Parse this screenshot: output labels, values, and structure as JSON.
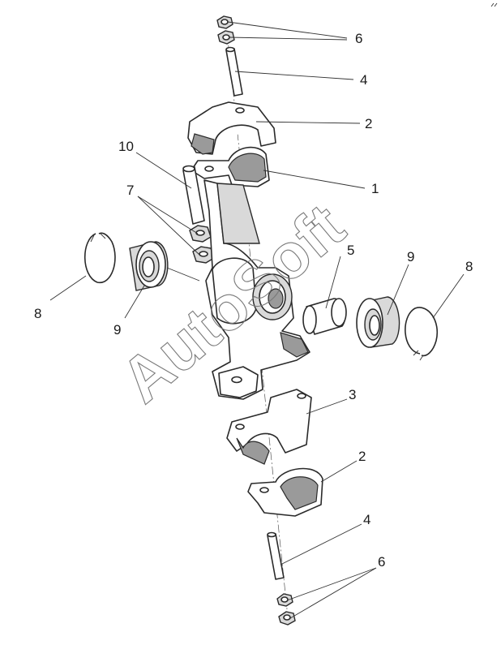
{
  "labels": {
    "l6_top": "6",
    "l4_top": "4",
    "l2_top": "2",
    "l10": "10",
    "l1": "1",
    "l7": "7",
    "l5": "5",
    "l9_right": "9",
    "l8_right": "8",
    "l8_left": "8",
    "l9_left": "9",
    "l3": "3",
    "l2_bottom": "2",
    "l4_bottom": "4",
    "l6_bottom": "6"
  },
  "watermark": "AutoSoft"
}
